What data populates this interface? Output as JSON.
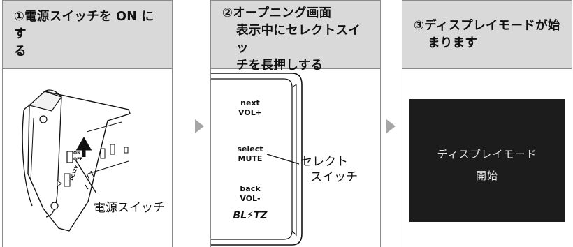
{
  "steps": [
    {
      "title_lines": [
        "①電源スイッチを ON にす",
        "る"
      ]
    },
    {
      "title_lines": [
        "②オープニング画面",
        "表示中にセレクトスイッ"
      ],
      "title_line3_pre": "チを",
      "title_line3_underlined": "長押し",
      "title_line3_post": "する"
    },
    {
      "title_lines": [
        "③ディスプレイモードが始",
        "まります"
      ]
    }
  ],
  "device_side": {
    "switch_on": "ON",
    "switch_off": "OFF",
    "port_label": "DC12V",
    "callout": "電源スイッチ"
  },
  "remote": {
    "btn_next_l1": "next",
    "btn_next_l2": "VOL+",
    "btn_select_l1": "select",
    "btn_select_l2": "MUTE",
    "btn_back_l1": "back",
    "btn_back_l2": "VOL-",
    "logo": "BL⚡TZ",
    "callout_l1": "セレクト",
    "callout_l2": "スイッチ"
  },
  "display": {
    "line1": "ディスプレイモード",
    "line2": "開始"
  },
  "colors": {
    "header_bg": "#d9d9d9",
    "border": "#8a8a8a",
    "arrow": "#a6a6a6",
    "screen_bg": "#1c1c1c",
    "screen_text": "#e6e6e6"
  }
}
